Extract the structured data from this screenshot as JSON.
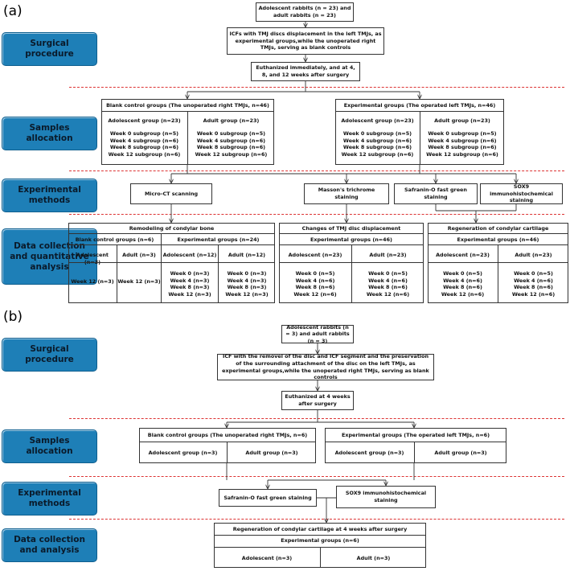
{
  "colors": {
    "stage_box": "#1e7fb7",
    "separator": "#dd3333",
    "line": "#333333"
  },
  "a": {
    "label": "(a)",
    "stages": [
      "Surgical procedure",
      "Samples allocation",
      "Experimental methods",
      "Data collection and quantitative analysis"
    ],
    "start": "Adolescent rabbits (n = 23) and adult rabbits (n = 23)",
    "surgery": "ICFs with TMJ discs displacement in the left TMJs, as experimental groups,while the  unoperated right TMJs, serving as  blank controls",
    "euthanized": "Euthanized immediately, and at 4, 8, and 12 weeks after surgery",
    "blank_title": "Blank control groups (The unoperated right TMJs, n=46)",
    "exp_title": "Experimental groups (The operated left TMJs, n=46)",
    "adolescent_group": "Adolescent group (n=23)",
    "adult_group": "Adult group (n=23)",
    "subgroups": "Week 0 subgroup (n=5)\nWeek 4 subgroup (n=6)\nWeek 8 subgroup (n=6)\nWeek 12 subgroup (n=6)",
    "methods": [
      "Micro-CT scanning",
      "Masson's trichrome staining",
      "Safranin-O fast green staining",
      "SOX9 immunohistochemical staining"
    ],
    "bone": {
      "title": "Remodeling of condylar bone",
      "blank": "Blank control groups  (n=6)",
      "exp": "Experimental groups (n=24)",
      "adolescent3": "Adolescent (n=3)",
      "adult3": "Adult (n=3)",
      "adolescent12": "Adolescent (n=12)",
      "adult12": "Adult (n=12)",
      "week12": "Week 12 (n=3)",
      "weeks": "Week 0 (n=3)\nWeek 4 (n=3)\nWeek 8 (n=3)\nWeek 12 (n=3)"
    },
    "disc": {
      "title": "Changes of TMJ disc displacement",
      "exp": "Experimental groups (n=46)",
      "adolescent": "Adolescent (n=23)",
      "adult": "Adult (n=23)",
      "weeks": "Week 0 (n=5)\nWeek 4 (n=6)\nWeek 8 (n=6)\nWeek 12 (n=6)"
    },
    "cart": {
      "title": "Regeneration of condylar cartilage",
      "exp": "Experimental groups (n=46)",
      "adolescent": "Adolescent (n=23)",
      "adult": "Adult (n=23)",
      "weeks": "Week 0 (n=5)\nWeek 4 (n=6)\nWeek 8 (n=6)\nWeek 12 (n=6)"
    }
  },
  "b": {
    "label": "(b)",
    "stages": [
      "Surgical procedure",
      "Samples allocation",
      "Experimental methods",
      "Data collection and analysis"
    ],
    "start": "Adolescent rabbits (n = 3) and adult rabbits (n = 3)",
    "surgery": "ICF with the removel of the disc and ICF segment and the preservation of the surrounding attachment of the disc on the left TMJs, as experimental groups,while the  unoperated right TMJs, serving as  blank controls",
    "euthanized": "Euthanized  at 4 weeks after surgery",
    "blank_title": "Blank control groups (The unoperated right TMJs, n=6)",
    "exp_title": "Experimental groups (The operated left TMJs, n=6)",
    "adolescent_group": "Adolescent group (n=3)",
    "adult_group": "Adult group (n=3)",
    "methods": [
      "Safranin-O fast green staining",
      "SOX9 immunohistochemical staining"
    ],
    "result_title": "Regeneration of condylar cartilage at 4 weeks after surgery",
    "result_exp": "Experimental groups (n=6)",
    "adolescent": "Adolescent (n=3)",
    "adult": "Adult (n=3)"
  }
}
